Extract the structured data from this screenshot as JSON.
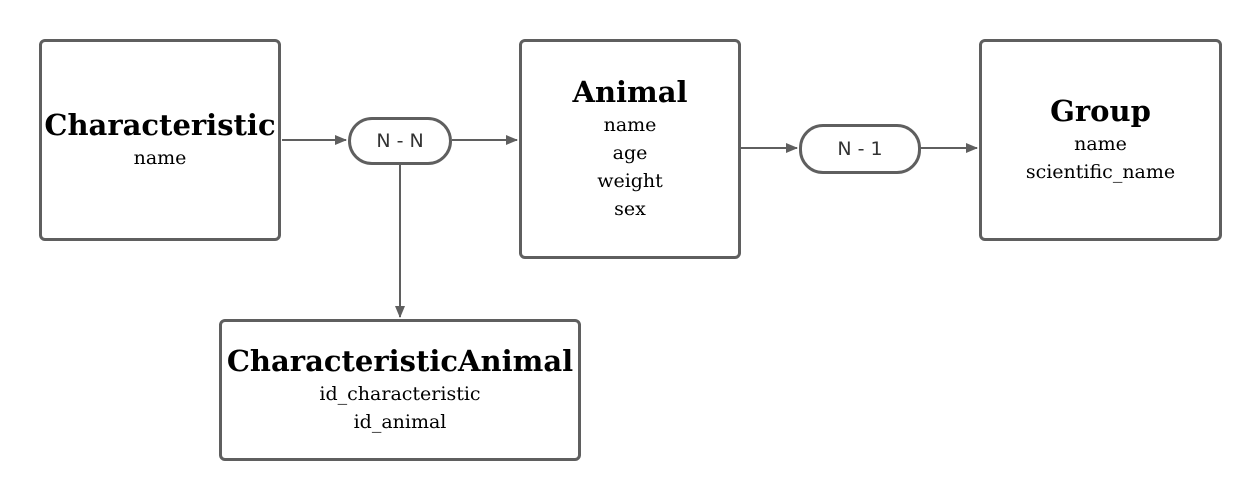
{
  "entities": {
    "characteristic": {
      "title": "Characteristic",
      "attributes": [
        "name"
      ]
    },
    "animal": {
      "title": "Animal",
      "attributes": [
        "name",
        "age",
        "weight",
        "sex"
      ]
    },
    "group": {
      "title": "Group",
      "attributes": [
        "name",
        "scientific_name"
      ]
    },
    "characteristic_animal": {
      "title": "CharacteristicAnimal",
      "attributes": [
        "id_characteristic",
        "id_animal"
      ]
    }
  },
  "relations": {
    "characteristic_animal": {
      "label": "N - N"
    },
    "animal_group": {
      "label": "N - 1"
    }
  },
  "colors": {
    "stroke": "#5f5f5f",
    "text": "#000000",
    "relation_text": "#333333"
  }
}
